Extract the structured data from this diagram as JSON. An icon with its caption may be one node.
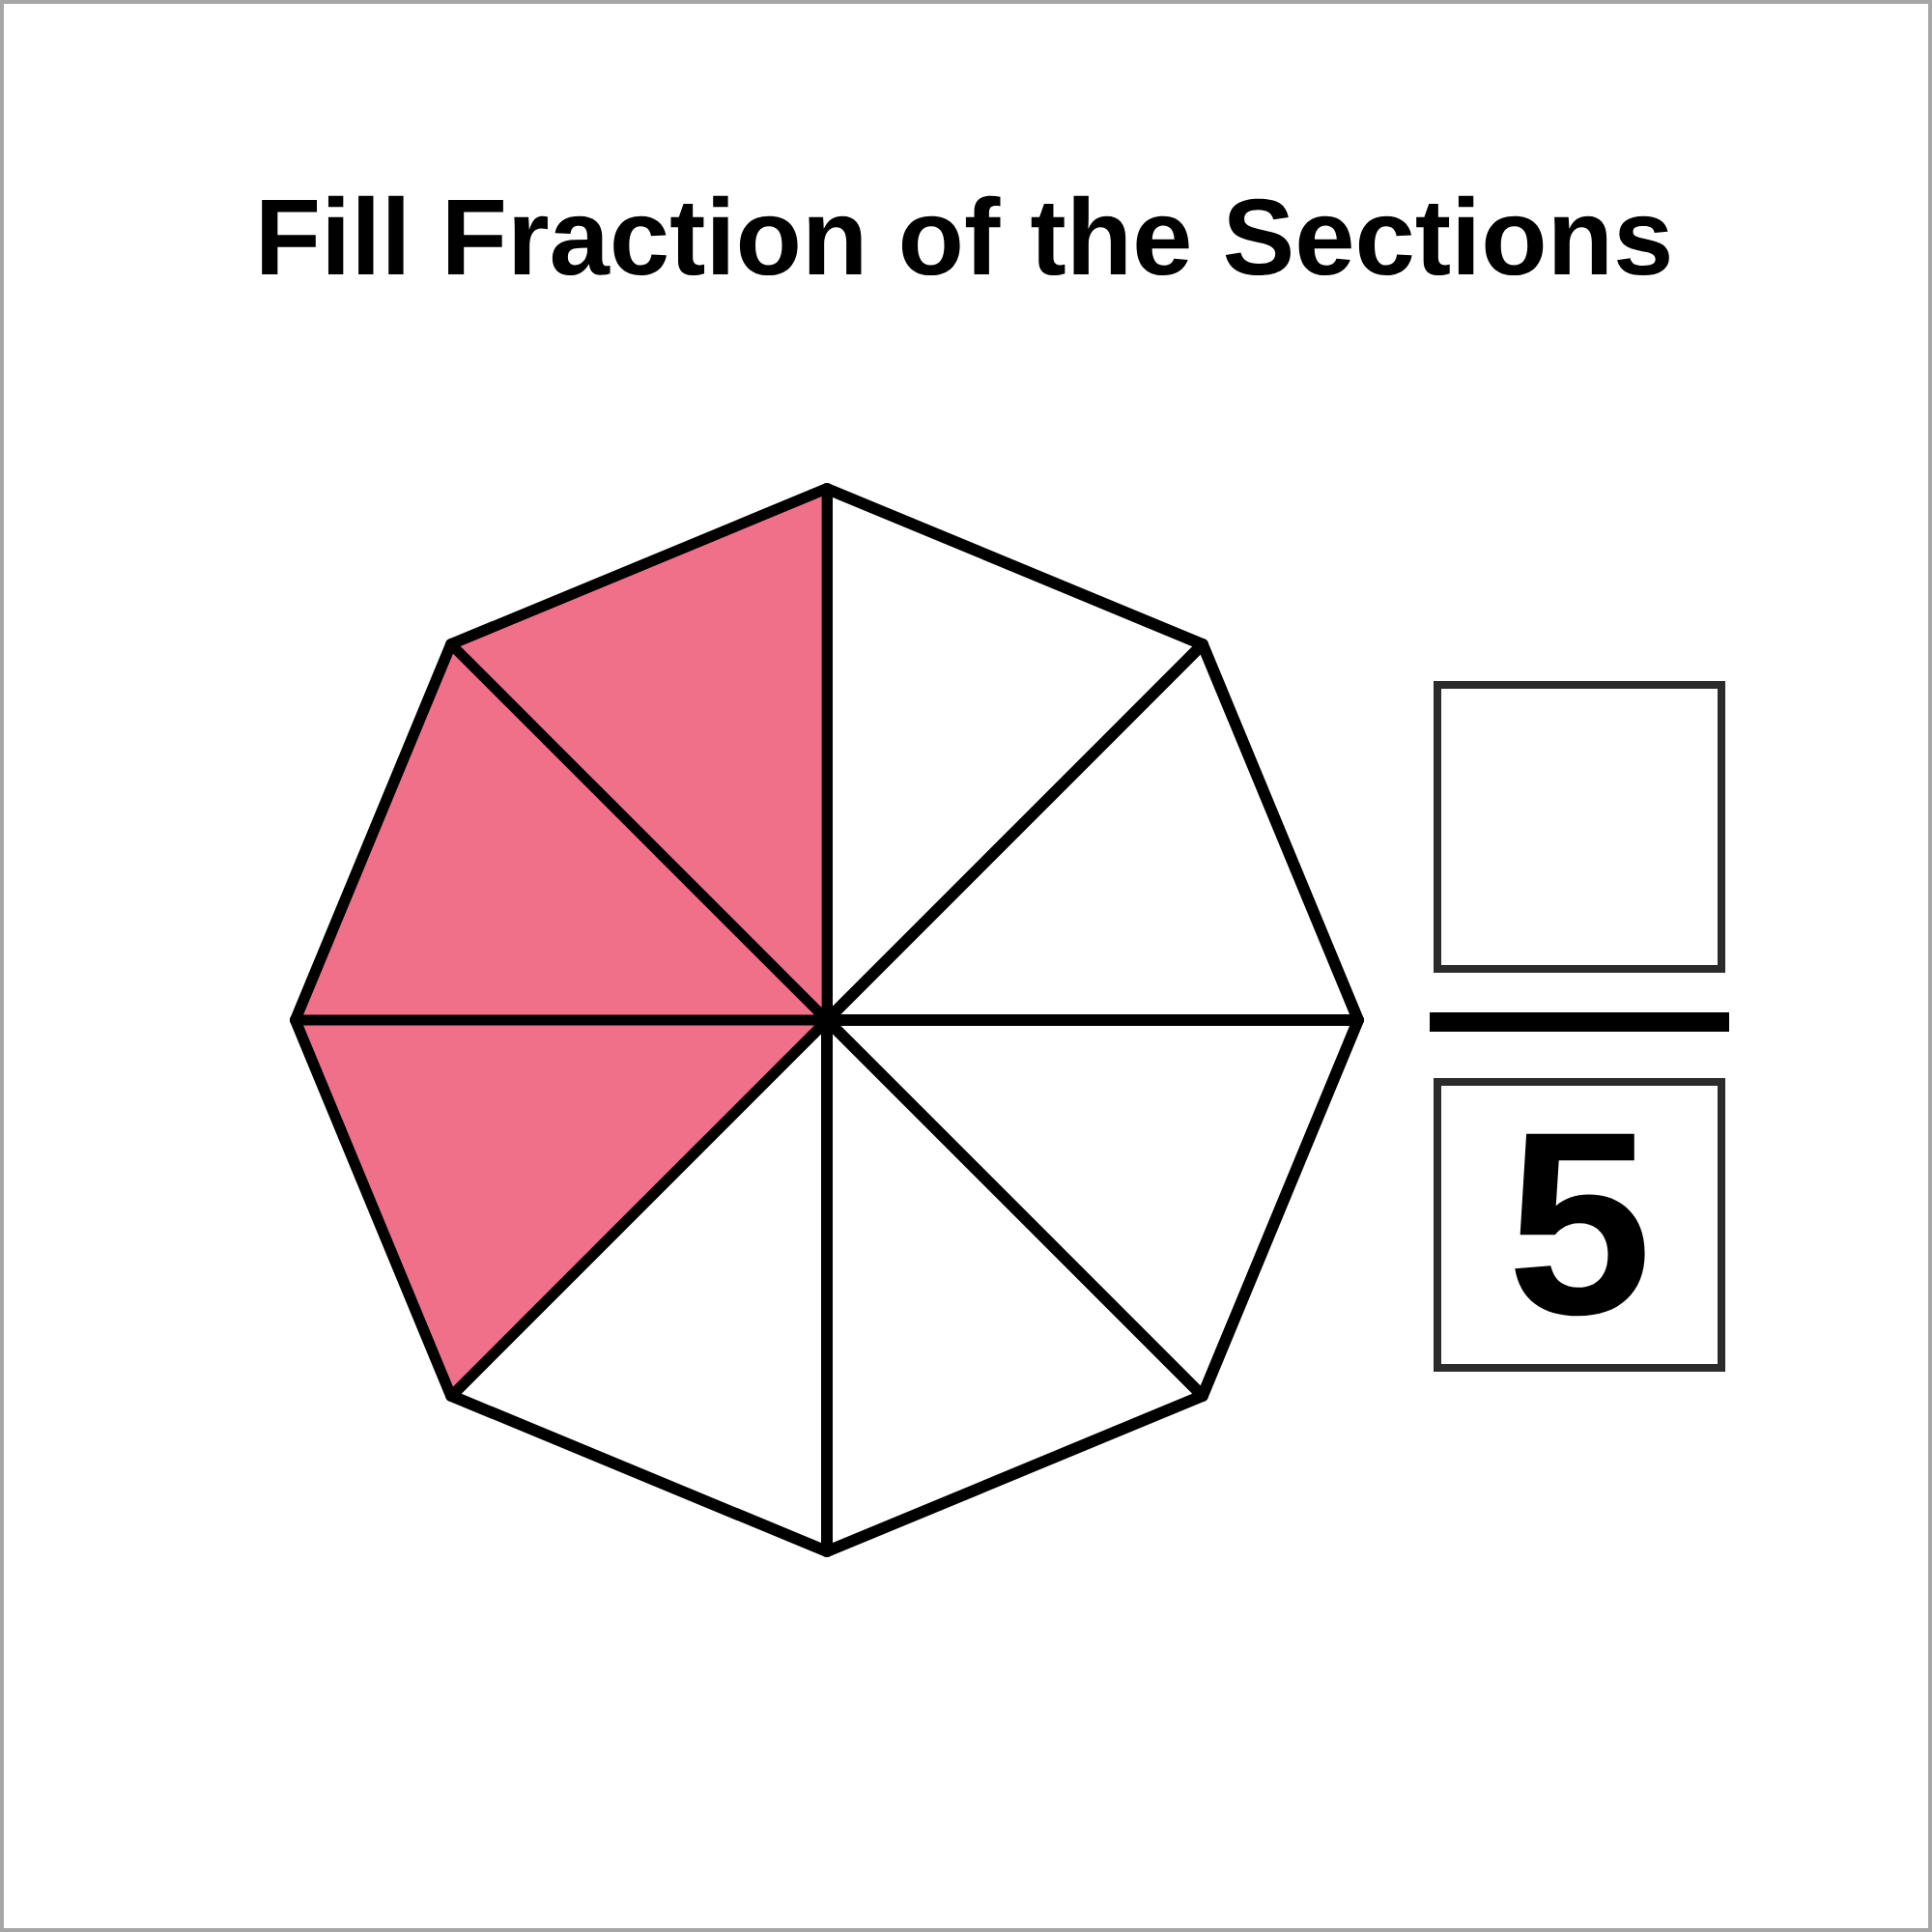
{
  "diagram": {
    "title": "Fill Fraction of the Sections",
    "nodes": [
      {
        "text": [],
        "shape": "box"
      },
      {
        "text": [
          "5"
        ]
      }
    ]
  }
}
